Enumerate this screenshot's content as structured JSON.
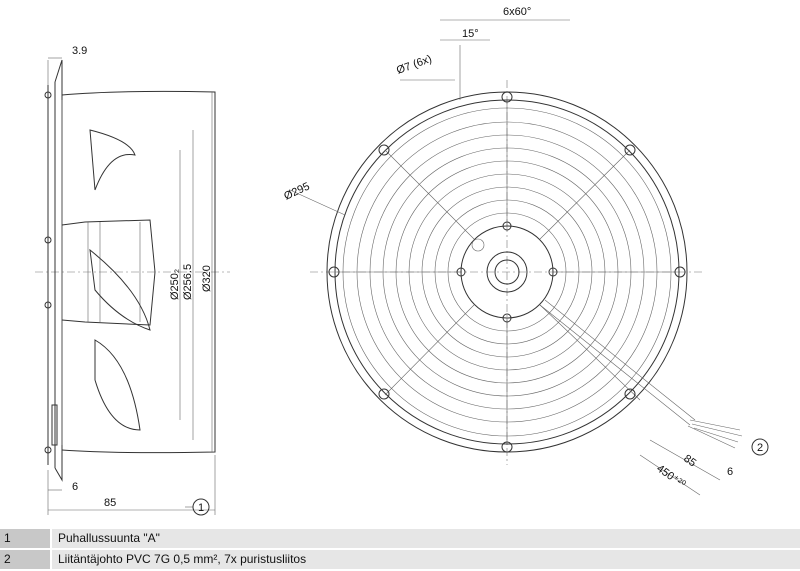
{
  "side_view": {
    "dim_3_9": "3.9",
    "dim_6": "6",
    "dim_85": "85",
    "dim_d250": "Ø250₂",
    "dim_d256": "Ø256.5",
    "dim_d320": "Ø320",
    "callout_1": "1"
  },
  "front_view": {
    "dim_6x60": "6x60°",
    "dim_15": "15°",
    "dim_d7": "Ø7 (6x)",
    "dim_d295": "Ø295",
    "dim_85": "85",
    "dim_6": "6",
    "dim_450": "450⁺²⁰",
    "callout_2": "2"
  },
  "legend": [
    {
      "num": "1",
      "text": "Puhallussuunta \"A\""
    },
    {
      "num": "2",
      "text": "Liitäntäjohto PVC 7G 0,5 mm², 7x puristusliitos"
    }
  ]
}
